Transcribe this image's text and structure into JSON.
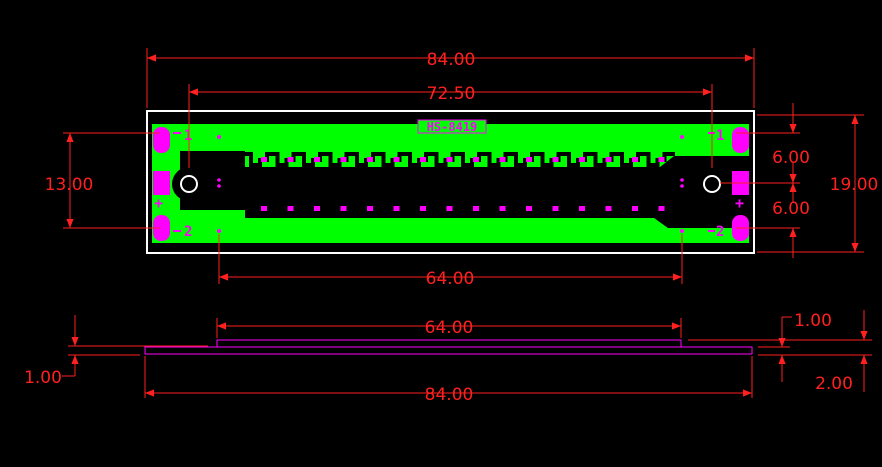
{
  "colors": {
    "background": "#000000",
    "dimension": "#ff2020",
    "board_outline": "#ffffff",
    "copper": "#00ff00",
    "silkscreen": "#ff00ff",
    "side_profile": "#ff00ff"
  },
  "board": {
    "label": "HS-8419",
    "pins": {
      "p1_left": "1",
      "p1_right": "1",
      "p2_left": "2",
      "p2_right": "2",
      "plus_left": "+",
      "plus_right": "+"
    }
  },
  "dimensions": {
    "top_width": "84.00",
    "hole_spacing": "72.50",
    "left_height": "13.00",
    "right_height": "19.00",
    "upper_offset": "6.00",
    "lower_offset": "6.00",
    "pad_spacing": "64.00",
    "side_top_width": "64.00",
    "side_bottom_width": "84.00",
    "side_left_thickness": "1.00",
    "side_right_top": "1.00",
    "side_right_bottom": "2.00"
  },
  "icons": {
    "mounting_hole": "mounting-hole-icon",
    "arrowhead": "arrowhead-icon"
  }
}
